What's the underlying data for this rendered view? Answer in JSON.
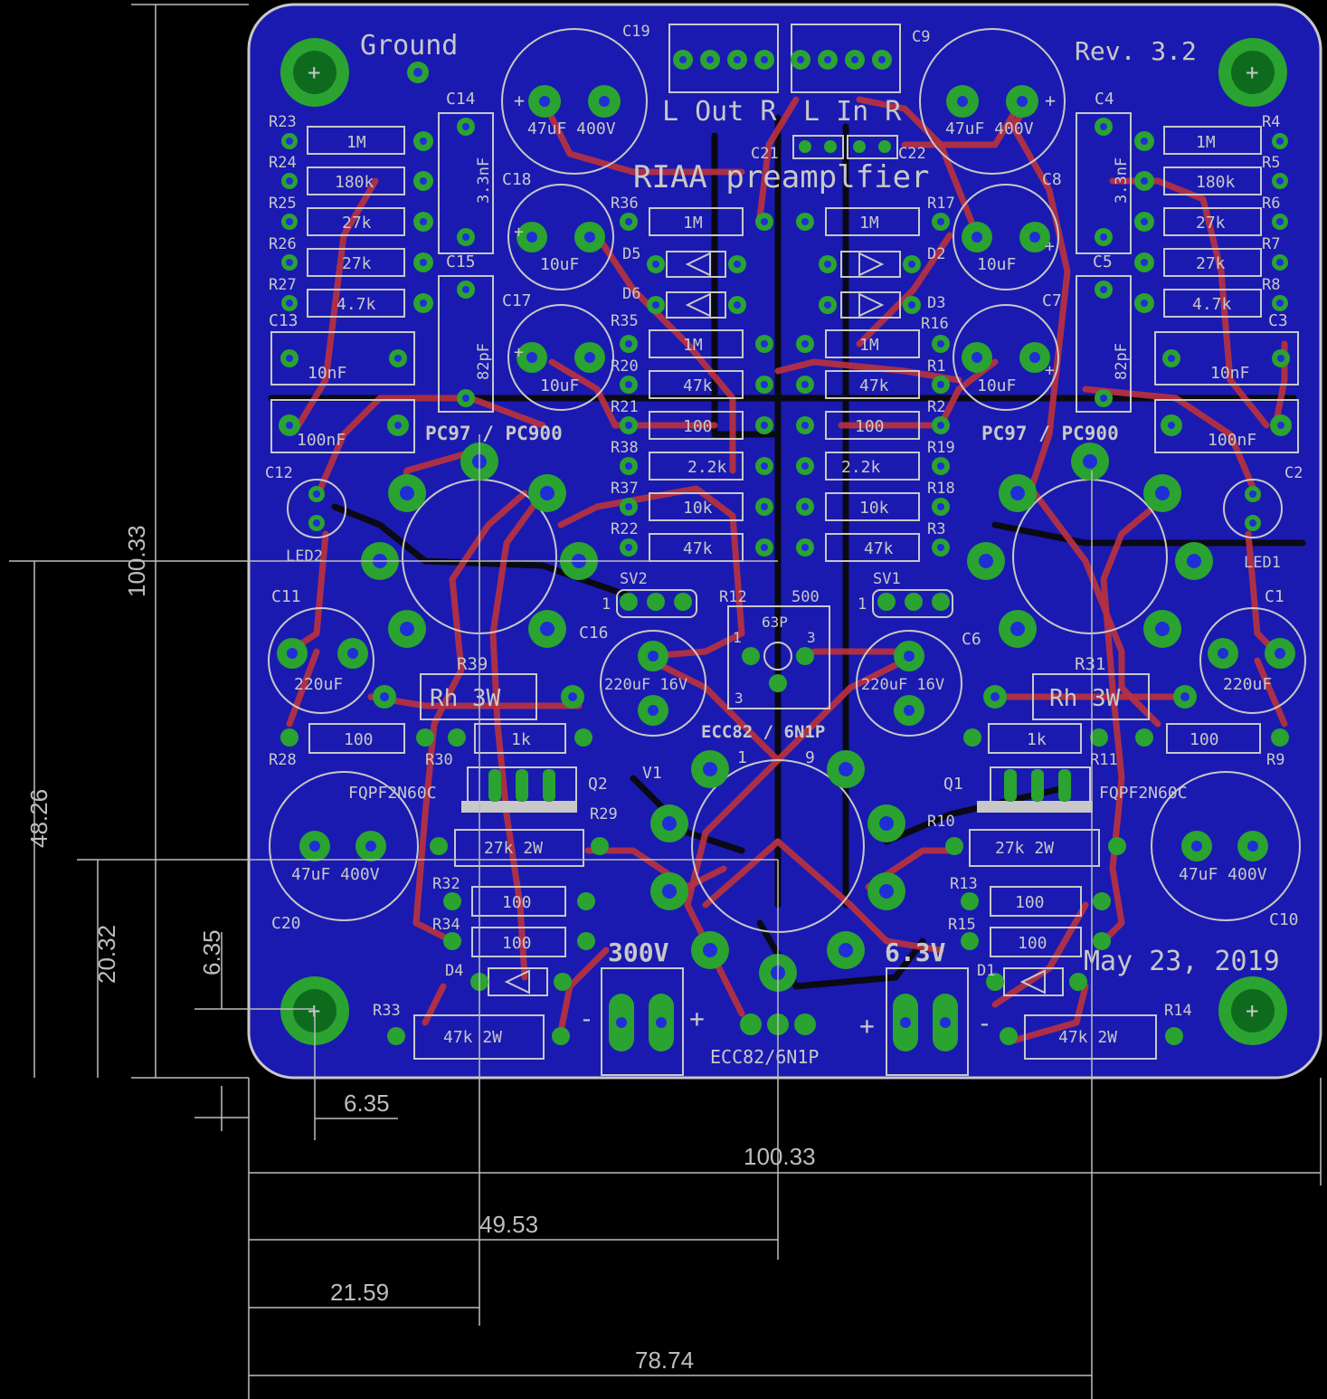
{
  "board": {
    "title": "RIAA preamplfier",
    "revision": "Rev. 3.2",
    "date": "May 23, 2019",
    "ground_label": "Ground",
    "tube_label": "ECC82 / 6N1P",
    "tube_connector_label": "ECC82/6N1P",
    "hv_label": "300V",
    "lv_label": "6.3V",
    "out_label": "L Out R",
    "in_label": "L In R",
    "transformer_left": "PC97 / PC900",
    "transformer_right": "PC97 / PC900",
    "tube_pin1": "1",
    "tube_pin9": "9",
    "pot_marks": [
      "1",
      "3",
      "3"
    ],
    "plus": "+",
    "minus": "-",
    "colors": {
      "board": "#1a1ab0",
      "copper_top": "#b8313f",
      "pad": "#2aa330",
      "silk": "#c8c8c8",
      "background": "#000000"
    }
  },
  "components": {
    "r23": {
      "ref": "R23",
      "value": "1M"
    },
    "r24": {
      "ref": "R24",
      "value": "180k"
    },
    "r25": {
      "ref": "R25",
      "value": "27k"
    },
    "r26": {
      "ref": "R26",
      "value": "27k"
    },
    "r27": {
      "ref": "R27",
      "value": "4.7k"
    },
    "r4": {
      "ref": "R4",
      "value": "1M"
    },
    "r5": {
      "ref": "R5",
      "value": "180k"
    },
    "r6": {
      "ref": "R6",
      "value": "27k"
    },
    "r7": {
      "ref": "R7",
      "value": "27k"
    },
    "r8": {
      "ref": "R8",
      "value": "4.7k"
    },
    "r36": {
      "ref": "R36",
      "value": "1M"
    },
    "r17": {
      "ref": "R17",
      "value": "1M"
    },
    "r35": {
      "ref": "R35",
      "value": "1M"
    },
    "r16": {
      "ref": "R16",
      "value": "1M"
    },
    "r20": {
      "ref": "R20",
      "value": "47k"
    },
    "r1": {
      "ref": "R1",
      "value": "47k"
    },
    "r21": {
      "ref": "R21",
      "value": "100"
    },
    "r2": {
      "ref": "R2",
      "value": "100"
    },
    "r38": {
      "ref": "R38",
      "value": "2.2k"
    },
    "r19": {
      "ref": "R19",
      "value": "2.2k"
    },
    "r37": {
      "ref": "R37",
      "value": "10k"
    },
    "r18": {
      "ref": "R18",
      "value": "10k"
    },
    "r22": {
      "ref": "R22",
      "value": "47k"
    },
    "r3": {
      "ref": "R3",
      "value": "47k"
    },
    "r39": {
      "ref": "R39",
      "value": "Rh 3W"
    },
    "r31": {
      "ref": "R31",
      "value": "Rh 3W"
    },
    "r28": {
      "ref": "R28",
      "value": "100"
    },
    "r9": {
      "ref": "R9",
      "value": "100"
    },
    "r30": {
      "ref": "R30",
      "value": "1k"
    },
    "r11": {
      "ref": "R11",
      "value": "1k"
    },
    "r29": {
      "ref": "R29",
      "value": "27k 2W"
    },
    "r10": {
      "ref": "R10",
      "value": "27k 2W"
    },
    "r32": {
      "ref": "R32",
      "value": "100"
    },
    "r13": {
      "ref": "R13",
      "value": "100"
    },
    "r34": {
      "ref": "R34",
      "value": "100"
    },
    "r15": {
      "ref": "R15",
      "value": "100"
    },
    "r33": {
      "ref": "R33",
      "value": "47k 2W"
    },
    "r14": {
      "ref": "R14",
      "value": "47k 2W"
    },
    "r12": {
      "ref": "R12",
      "value": "500",
      "extra": "63P"
    },
    "c19": {
      "ref": "C19"
    },
    "c9": {
      "ref": "C9"
    },
    "c21": {
      "ref": "C21"
    },
    "c22": {
      "ref": "C22"
    },
    "c14": {
      "ref": "C14",
      "value": "3.3nF"
    },
    "c4": {
      "ref": "C4",
      "value": "3.3nF"
    },
    "c15": {
      "ref": "C15",
      "value": "82pF"
    },
    "c5": {
      "ref": "C5",
      "value": "82pF"
    },
    "c13": {
      "ref": "C13",
      "value": "10nF"
    },
    "c3": {
      "ref": "C3",
      "value": "10nF"
    },
    "c12": {
      "ref": "C12"
    },
    "c2": {
      "ref": "C2"
    },
    "c18": {
      "ref": "C18",
      "value": "10uF"
    },
    "c8": {
      "ref": "C8",
      "value": "10uF"
    },
    "c17": {
      "ref": "C17",
      "value": "10uF"
    },
    "c7": {
      "ref": "C7",
      "value": "10uF"
    },
    "c14b": {
      "value": "47uF  400V"
    },
    "c11": {
      "ref": "C11",
      "value": "220uF"
    },
    "c1": {
      "ref": "C1",
      "value": "220uF"
    },
    "c16": {
      "ref": "C16",
      "value": "220uF 16V"
    },
    "c6": {
      "ref": "C6",
      "value": "220uF 16V"
    },
    "c20": {
      "ref": "C20",
      "value": "47uF  400V"
    },
    "c10": {
      "ref": "C10",
      "value": "47uF  400V"
    },
    "c100n": {
      "value": "100nF"
    },
    "d5": {
      "ref": "D5"
    },
    "d6": {
      "ref": "D6"
    },
    "d2": {
      "ref": "D2"
    },
    "d3": {
      "ref": "D3"
    },
    "d4": {
      "ref": "D4"
    },
    "d1": {
      "ref": "D1"
    },
    "led2": {
      "ref": "LED2"
    },
    "led1": {
      "ref": "LED1"
    },
    "sv2": {
      "ref": "SV2",
      "pin": "1"
    },
    "sv1": {
      "ref": "SV1",
      "pin": "1"
    },
    "q2": {
      "ref": "Q2",
      "part": "FQPF2N60C"
    },
    "q1": {
      "ref": "Q1",
      "part": "FQPF2N60C"
    },
    "v1": {
      "ref": "V1"
    }
  },
  "dimensions": {
    "width_total": "100.33",
    "height_total": "100.33",
    "tube_center_x": "49.53",
    "x_21": "21.59",
    "x_78": "78.74",
    "y_48": "48.26",
    "y_20": "20.32",
    "y_6": "6.35",
    "x_6": "6.35"
  }
}
